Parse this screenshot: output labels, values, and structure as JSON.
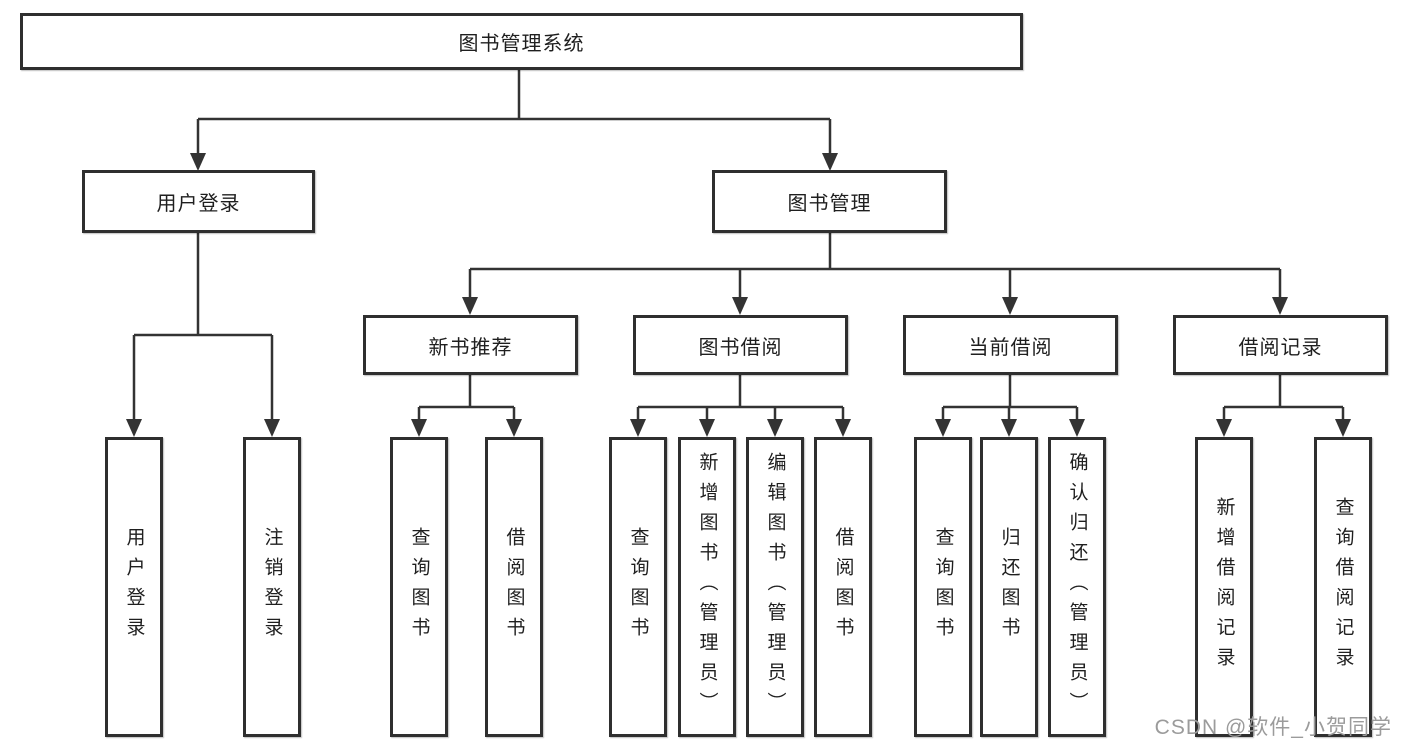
{
  "root": {
    "label": "图书管理系统"
  },
  "branches": {
    "user_login": {
      "label": "用户登录",
      "children": [
        {
          "label": "用户登录"
        },
        {
          "label": "注销登录"
        }
      ]
    },
    "book_management": {
      "label": "图书管理",
      "sections": [
        {
          "label": "新书推荐",
          "children": [
            {
              "label": "查询图书"
            },
            {
              "label": "借阅图书"
            }
          ]
        },
        {
          "label": "图书借阅",
          "children": [
            {
              "label": "查询图书"
            },
            {
              "label": "新增图书（管理员）"
            },
            {
              "label": "编辑图书（管理员）"
            },
            {
              "label": "借阅图书"
            }
          ]
        },
        {
          "label": "当前借阅",
          "children": [
            {
              "label": "查询图书"
            },
            {
              "label": "归还图书"
            },
            {
              "label": "确认归还（管理员）"
            }
          ]
        },
        {
          "label": "借阅记录",
          "children": [
            {
              "label": "新增借阅记录"
            },
            {
              "label": "查询借阅记录"
            }
          ]
        }
      ]
    }
  },
  "watermark": "CSDN @软件_小贺同学",
  "colors": {
    "line": "#333333",
    "box_border": "#2f2f2f",
    "box_fill": "#ffffff",
    "text": "#1f1f1f",
    "watermark": "#9b9b9b"
  }
}
